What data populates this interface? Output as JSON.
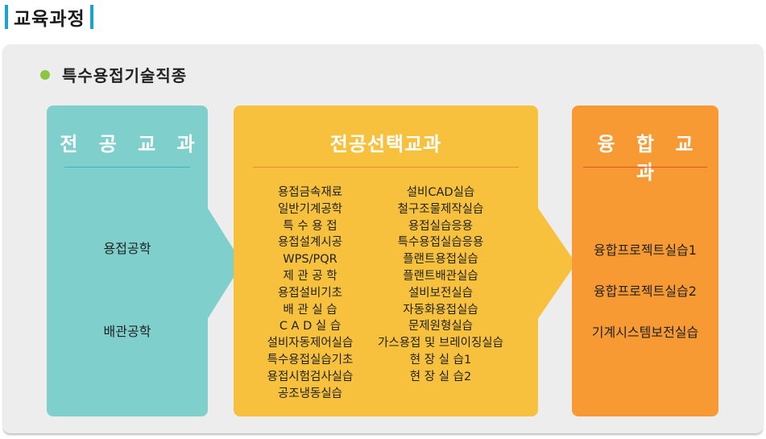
{
  "page": {
    "title": "교육과정"
  },
  "category": {
    "name": "특수용접기술직종"
  },
  "major_courses": {
    "heading": "전 공 교 과",
    "items": [
      "용접공학",
      "배관공학"
    ]
  },
  "elective_courses": {
    "heading": "전공선택교과",
    "left_column": [
      "용접금속재료",
      "일반기계공학",
      "특 수 용 접",
      "용접설계시공",
      "WPS/PQR",
      "제 관 공 학",
      "용접설비기초",
      "배 관 실 습",
      "C A D 실 습",
      "설비자동제어실습",
      "특수용접실습기초",
      "용접시험검사실습",
      "공조냉동실습"
    ],
    "right_column": [
      "설비CAD실습",
      "철구조물제작실습",
      "용접실습응용",
      "특수용접실습응용",
      "플랜트용접실습",
      "플랜트배관실습",
      "설비보전실습",
      "자동화용접실습",
      "문제원형실습",
      "가스용접 및 브레이징실습",
      "현 장 실 습1",
      "현 장 실 습2"
    ]
  },
  "convergence_courses": {
    "heading": "융 합 교 과",
    "items": [
      "융합프로젝트실습1",
      "융합프로젝트실습2",
      "기계시스템보전실습"
    ]
  },
  "colors": {
    "accent_blue": "#1aa3cf",
    "bullet_green": "#8cc63f",
    "teal_box": "#7fcfcc",
    "yellow_box": "#f7c13e",
    "orange_box": "#f79a34",
    "panel_bg": "#ededed"
  }
}
